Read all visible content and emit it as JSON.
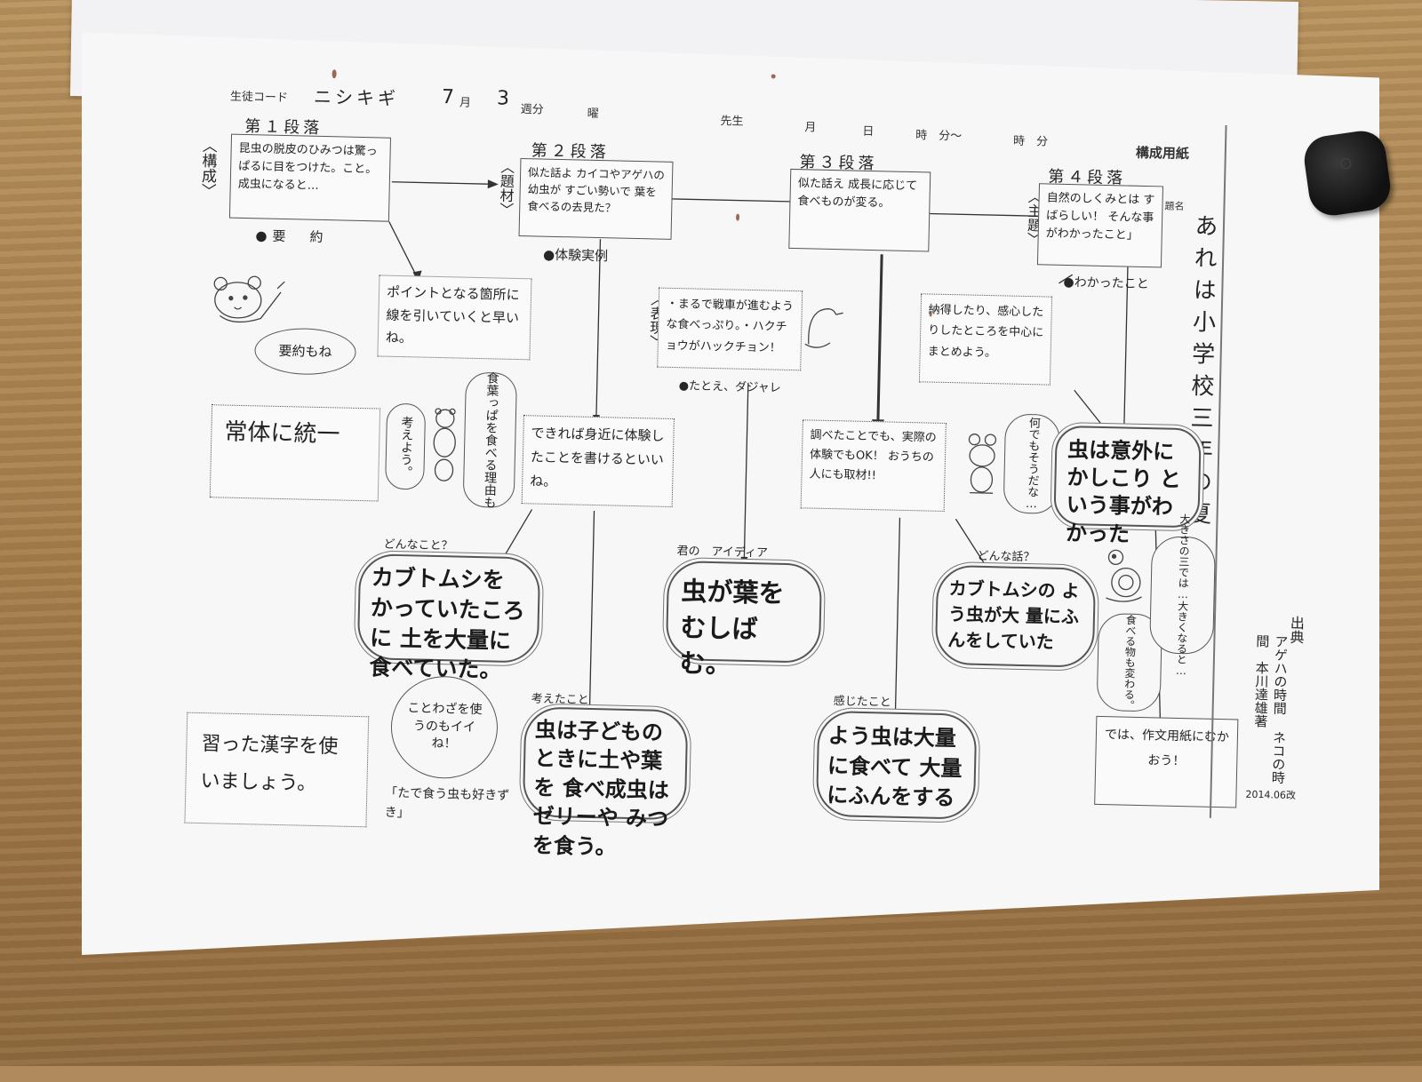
{
  "header": {
    "student_code_label": "生徒コード",
    "student_code_value": "ニシキギ",
    "month": "7",
    "month_unit": "月",
    "week": "3",
    "week_unit": "週分",
    "weekday_unit": "曜",
    "teacher_unit": "先生",
    "date_month": "月",
    "date_day": "日",
    "time_from": "時　分〜",
    "time_to": "時　分",
    "form_title": "構成用紙",
    "title_label": "題名",
    "title_value": "あれは小学校三年の夏"
  },
  "side_labels": {
    "structure": "〈構成〉",
    "subject": "〈題材〉",
    "expression": "〈表現〉",
    "theme": "〈主題〉"
  },
  "paragraphs": {
    "p1": {
      "heading": "第１段落",
      "text": "昆虫の脱皮のひみつは驚っぱるに目をつけた。こと。成虫になると…",
      "tag": "●要　約"
    },
    "p2": {
      "heading": "第２段落",
      "text": "似た話よ カイコやアゲハの幼虫が すごい勢いで 葉を食べるの去見た？",
      "tag": "●体験実例"
    },
    "p3": {
      "heading": "第３段落",
      "text": "似た話え 成長に応じて食べものが変る。",
      "tag": ""
    },
    "p4": {
      "heading": "第４段落",
      "text": "自然のしくみとは すばらしい！ そんな事がわかったこと」",
      "tag": "●わかったこと"
    }
  },
  "tips": {
    "point": "ポイントとなる箇所に線を引いていくと早いね。",
    "youyaku": "要約もね",
    "joutai": "常体に統一",
    "kangaeyou": "考えよう。",
    "shokuyou": "食葉っぱを食べる理由も",
    "dekireba": "できれば身近に体験したことを書けるといいね。",
    "hyougen": "・まるで戦車が進むような食べっぷり。・ハクチョウがハックチョン！",
    "tatoe": "●たとえ、ダジャレ",
    "shirabeta": "調べたことでも、実際の体験でもOK！ おうちの人にも取材!!",
    "nattoku": "納得したり、感心したりしたところを中心にまとめよう。",
    "nandemo": "何でもそうだな…",
    "kotowaza": "ことわざを使うのもイイね！",
    "tadekuu": "「たで食う虫も好きずき」",
    "naratta": "習った漢字を使いましょう。",
    "okisa": "大きさの三では…大きくなると…",
    "taberumono": "食べる物も変わる。",
    "dewa": "では、作文用紙にむかおう！"
  },
  "cloud_labels": {
    "donnakoto": "どんなこと？",
    "kimino": "君の　アイディア",
    "donnahanashi": "どんな話？",
    "kangaetakoto": "考えたこと",
    "kanjitakoto": "感じたこと"
  },
  "handwritten": {
    "kabutomushi": "カブトムシを かっていたころに 土を大量に食べていた。",
    "mushigaha": "虫が葉を むしばむ。",
    "kabuto2": "カブトムシの よう虫が大 量にふんをしていた",
    "mushiwa": "虫は子どもの ときに土や葉を 食べ成虫はゼリーや みつを食う。",
    "youchu": "よう虫は大量に食べて 大量にふんをする",
    "igai": "虫は意外にかしこり という事がわかった"
  },
  "source": {
    "label": "出典",
    "text": "アゲハの時間 ネコの時間　本川達雄著",
    "code": "2014.06改"
  }
}
